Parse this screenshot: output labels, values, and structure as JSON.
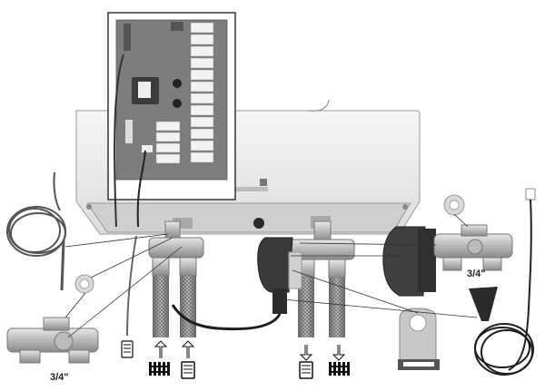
{
  "diagram": {
    "type": "exploded-assembly",
    "style": "greyscale-product-photo",
    "colors": {
      "background": "#ffffff",
      "housing": "#ececec",
      "housing_edge": "#9a9a9a",
      "pcb": "#7d7d7d",
      "relay": "#f2f2f2",
      "brass": "#c9c9c9",
      "hose": "#8f8f8f",
      "pump": "#3a3a3a",
      "cable": "#1e1e1e",
      "leader": "#333333"
    },
    "labels": {
      "valve_left_size": "3/4\"",
      "valve_right_size": "3/4\""
    },
    "components": [
      {
        "id": "control-board",
        "name": "Relay control PCB (inset)"
      },
      {
        "id": "boiler-housing",
        "name": "Boiler housing (underside)"
      },
      {
        "id": "sensor-cable-coil",
        "name": "Temperature sensor with coiled cable"
      },
      {
        "id": "sealing-ring-left",
        "name": "Sealing ring"
      },
      {
        "id": "mixing-valve-left",
        "name": "3-way valve 3/4\""
      },
      {
        "id": "sensor-probe-left",
        "name": "Sensor probe"
      },
      {
        "id": "pump-center",
        "name": "Circulation pump"
      },
      {
        "id": "valve-actuator",
        "name": "Valve actuator with motor"
      },
      {
        "id": "sealing-ring-right",
        "name": "Sealing ring"
      },
      {
        "id": "mixing-valve-right",
        "name": "3-way valve 3/4\""
      },
      {
        "id": "connector-cable-right",
        "name": "Connector cable"
      },
      {
        "id": "mounting-bracket",
        "name": "Mounting bracket"
      },
      {
        "id": "power-plug-cable",
        "name": "Plug with coiled power cable"
      }
    ],
    "flow_symbols": [
      {
        "id": "flow-in-radiator",
        "direction": "up",
        "symbol": "radiator"
      },
      {
        "id": "flow-in-coil",
        "direction": "up",
        "symbol": "hot-water-coil"
      },
      {
        "id": "flow-out-coil",
        "direction": "down",
        "symbol": "hot-water-coil"
      },
      {
        "id": "flow-out-radiator",
        "direction": "down",
        "symbol": "radiator"
      },
      {
        "id": "sensor-coil-symbol",
        "direction": "down",
        "symbol": "hot-water-coil"
      }
    ]
  }
}
